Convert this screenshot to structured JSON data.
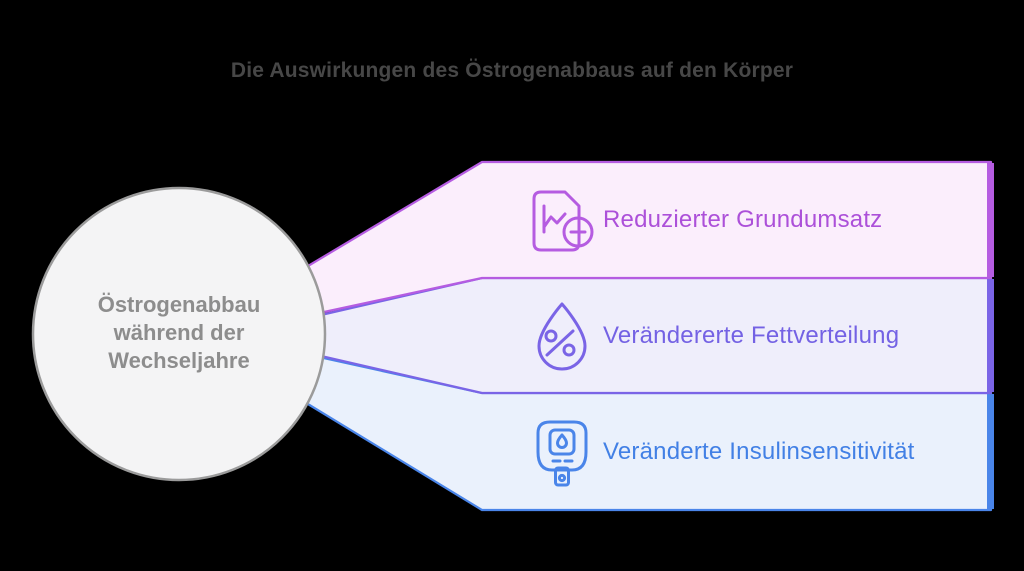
{
  "title": "Die Auswirkungen des Östrogenabbaus auf den Körper",
  "title_color": "#474747",
  "background_color": "#000000",
  "hub": {
    "lines": [
      "Östrogenabbau",
      "während der",
      "Wechseljahre"
    ],
    "fill": "#f4f4f5",
    "border_color": "#9b9b9b",
    "text_color": "#8d8d8d"
  },
  "items": [
    {
      "label": "Reduzierter Grundumsatz",
      "icon": "document-chart-minus-icon",
      "fill": "#fbeefc",
      "accent": "#b55ce1",
      "text_color": "#ac50d9"
    },
    {
      "label": "Verändererte Fettverteilung",
      "icon": "droplet-percent-icon",
      "fill": "#efeefb",
      "accent": "#7a64e6",
      "text_color": "#7462e4"
    },
    {
      "label": "Veränderte Insulinsensitivität",
      "icon": "glucose-meter-icon",
      "fill": "#eaf1fc",
      "accent": "#4a85e9",
      "text_color": "#4280e5"
    }
  ]
}
